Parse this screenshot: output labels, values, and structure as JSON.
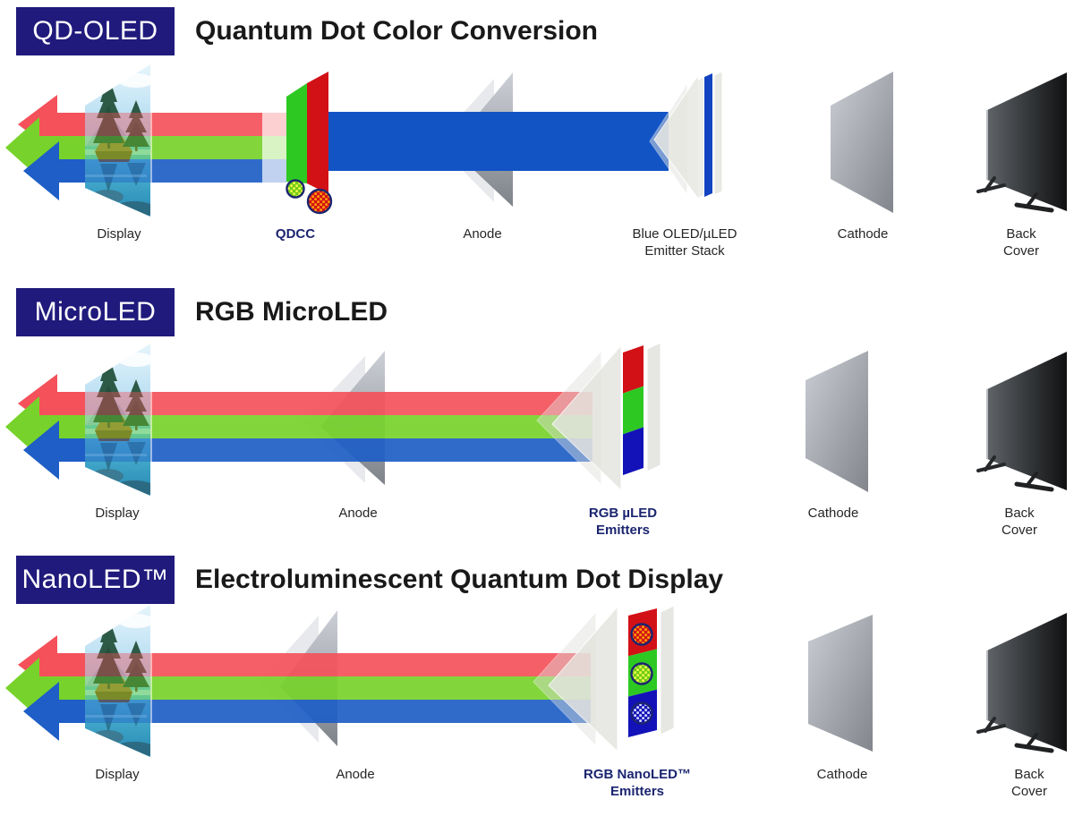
{
  "colors": {
    "badge_navy": "#201a7c",
    "label_navy": "#1b2570",
    "band_red": "#f4515a",
    "band_green": "#77d32b",
    "band_blue": "#1e5ec6",
    "wide_bar_blue": "#1254c4",
    "strip_red": "#d21117",
    "strip_green": "#2dc922",
    "strip_blue": "#1212b8",
    "anode_gray_light": "#cdd0d7",
    "anode_gray_dark": "#7e8289",
    "back_cover_dark": "#101112"
  },
  "rows": [
    {
      "badge": "QD-OLED",
      "title": "Quantum Dot Color Conversion",
      "labels": [
        {
          "text": "Display"
        },
        {
          "text": "QDCC"
        },
        {
          "text": "Anode"
        },
        {
          "text": "Blue OLED/µLED\nEmitter Stack"
        },
        {
          "text": "Cathode"
        },
        {
          "text": "Back\nCover"
        }
      ]
    },
    {
      "badge": "MicroLED",
      "title": "RGB MicroLED",
      "labels": [
        {
          "text": "Display"
        },
        {
          "text": "Anode"
        },
        {
          "text": "RGB µLED\nEmitters"
        },
        {
          "text": "Cathode"
        },
        {
          "text": "Back\nCover"
        }
      ]
    },
    {
      "badge": "NanoLED™",
      "title": "Electroluminescent Quantum Dot Display",
      "labels": [
        {
          "text": "Display"
        },
        {
          "text": "Anode"
        },
        {
          "text": "RGB NanoLED™\nEmitters"
        },
        {
          "text": "Cathode"
        },
        {
          "text": "Back\nCover"
        }
      ]
    }
  ]
}
